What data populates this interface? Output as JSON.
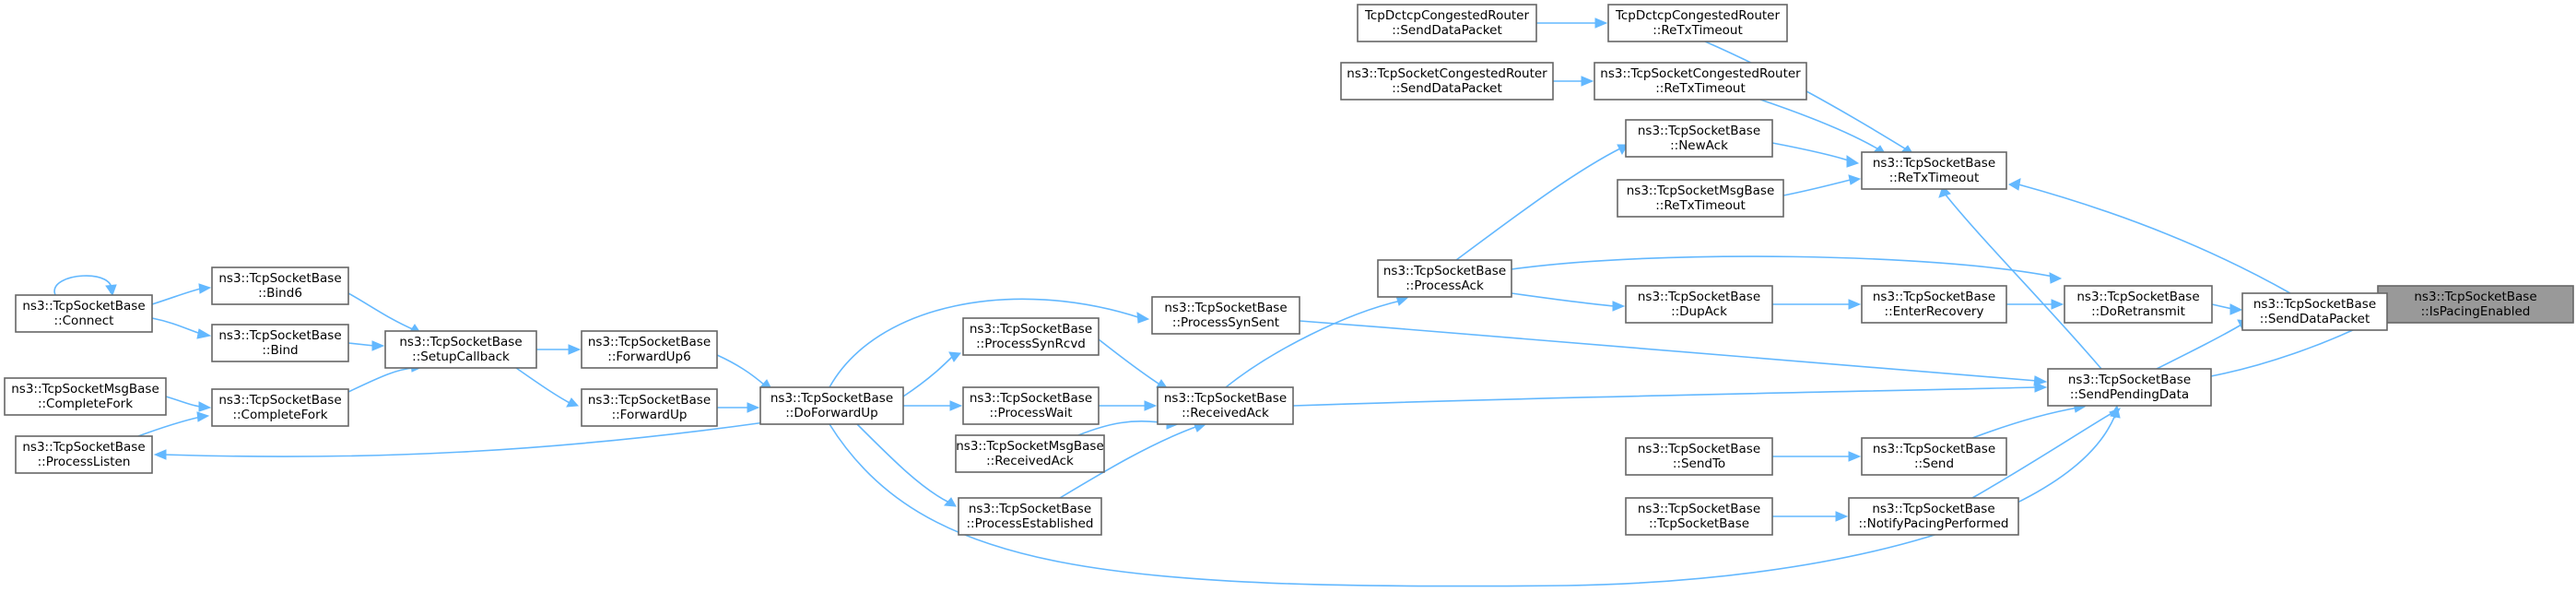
{
  "diagram": {
    "type": "call-graph",
    "nodes": [
      {
        "id": "ispacing",
        "line1": "ns3::TcpSocketBase",
        "line2": "::IsPacingEnabled",
        "focus": true
      },
      {
        "id": "senddatapacket",
        "line1": "ns3::TcpSocketBase",
        "line2": "::SendDataPacket"
      },
      {
        "id": "retxtimeout",
        "line1": "ns3::TcpSocketBase",
        "line2": "::ReTxTimeout"
      },
      {
        "id": "sendpendingdata",
        "line1": "ns3::TcpSocketBase",
        "line2": "::SendPendingData"
      },
      {
        "id": "doretransmit",
        "line1": "ns3::TcpSocketBase",
        "line2": "::DoRetransmit"
      },
      {
        "id": "dctcp_retx",
        "line1": "TcpDctcpCongestedRouter",
        "line2": "::ReTxTimeout"
      },
      {
        "id": "dctcp_send",
        "line1": "TcpDctcpCongestedRouter",
        "line2": "::SendDataPacket"
      },
      {
        "id": "cong_retx",
        "line1": "ns3::TcpSocketCongestedRouter",
        "line2": "::ReTxTimeout"
      },
      {
        "id": "cong_send",
        "line1": "ns3::TcpSocketCongestedRouter",
        "line2": "::SendDataPacket"
      },
      {
        "id": "newack",
        "line1": "ns3::TcpSocketBase",
        "line2": "::NewAck"
      },
      {
        "id": "msgbase_retx",
        "line1": "ns3::TcpSocketMsgBase",
        "line2": "::ReTxTimeout"
      },
      {
        "id": "processack",
        "line1": "ns3::TcpSocketBase",
        "line2": "::ProcessAck"
      },
      {
        "id": "dupack",
        "line1": "ns3::TcpSocketBase",
        "line2": "::DupAck"
      },
      {
        "id": "enterrecovery",
        "line1": "ns3::TcpSocketBase",
        "line2": "::EnterRecovery"
      },
      {
        "id": "receivedack",
        "line1": "ns3::TcpSocketBase",
        "line2": "::ReceivedAck"
      },
      {
        "id": "processsynsent",
        "line1": "ns3::TcpSocketBase",
        "line2": "::ProcessSynSent"
      },
      {
        "id": "processsynrcvd",
        "line1": "ns3::TcpSocketBase",
        "line2": "::ProcessSynRcvd"
      },
      {
        "id": "processwait",
        "line1": "ns3::TcpSocketBase",
        "line2": "::ProcessWait"
      },
      {
        "id": "msgbase_recvack",
        "line1": "ns3::TcpSocketMsgBase",
        "line2": "::ReceivedAck"
      },
      {
        "id": "processestablished",
        "line1": "ns3::TcpSocketBase",
        "line2": "::ProcessEstablished"
      },
      {
        "id": "doforwardup",
        "line1": "ns3::TcpSocketBase",
        "line2": "::DoForwardUp"
      },
      {
        "id": "forwardup6",
        "line1": "ns3::TcpSocketBase",
        "line2": "::ForwardUp6"
      },
      {
        "id": "forwardup",
        "line1": "ns3::TcpSocketBase",
        "line2": "::ForwardUp"
      },
      {
        "id": "setupcallback",
        "line1": "ns3::TcpSocketBase",
        "line2": "::SetupCallback"
      },
      {
        "id": "bind6",
        "line1": "ns3::TcpSocketBase",
        "line2": "::Bind6"
      },
      {
        "id": "bind",
        "line1": "ns3::TcpSocketBase",
        "line2": "::Bind"
      },
      {
        "id": "completefork",
        "line1": "ns3::TcpSocketBase",
        "line2": "::CompleteFork"
      },
      {
        "id": "connect",
        "line1": "ns3::TcpSocketBase",
        "line2": "::Connect"
      },
      {
        "id": "msgbase_completefork",
        "line1": "ns3::TcpSocketMsgBase",
        "line2": "::CompleteFork"
      },
      {
        "id": "processlisten",
        "line1": "ns3::TcpSocketBase",
        "line2": "::ProcessListen"
      },
      {
        "id": "sendto",
        "line1": "ns3::TcpSocketBase",
        "line2": "::SendTo"
      },
      {
        "id": "send",
        "line1": "ns3::TcpSocketBase",
        "line2": "::Send"
      },
      {
        "id": "ctor",
        "line1": "ns3::TcpSocketBase",
        "line2": "::TcpSocketBase"
      },
      {
        "id": "notifypacing",
        "line1": "ns3::TcpSocketBase",
        "line2": "::NotifyPacingPerformed"
      }
    ]
  }
}
